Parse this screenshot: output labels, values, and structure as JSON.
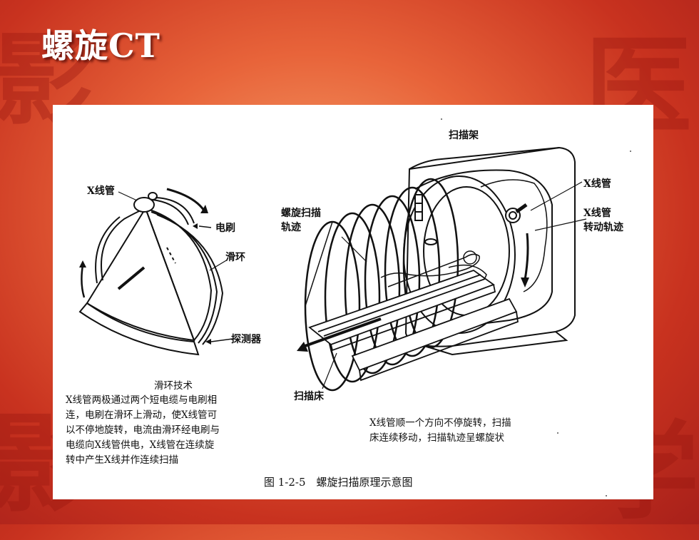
{
  "slide": {
    "title": "螺旋CT"
  },
  "labels": {
    "gantry": "扫描架",
    "xray_tube_left": "X线管",
    "brush": "电刷",
    "slip_ring": "滑环",
    "detector": "探测器",
    "spiral_path": "螺旋扫描\n轨迹",
    "xray_tube_right": "X线管",
    "tube_rotation_path": "X线管\n转动轨迹",
    "scan_bed": "扫描床"
  },
  "text": {
    "slip_title": "滑环技术",
    "slip_desc": "X线管两极通过两个短电缆与电刷相\n连，电刷在滑环上滑动，使X线管可\n以不停地旋转，电流由滑环经电刷与\n电缆向X线管供电，X线管在连续旋\n转中产生X线并作连续扫描",
    "spiral_desc": "X线管顺一个方向不停旋转，扫描\n床连续移动，扫描轨迹呈螺旋状",
    "caption": "图 1-2-5　螺旋扫描原理示意图"
  }
}
